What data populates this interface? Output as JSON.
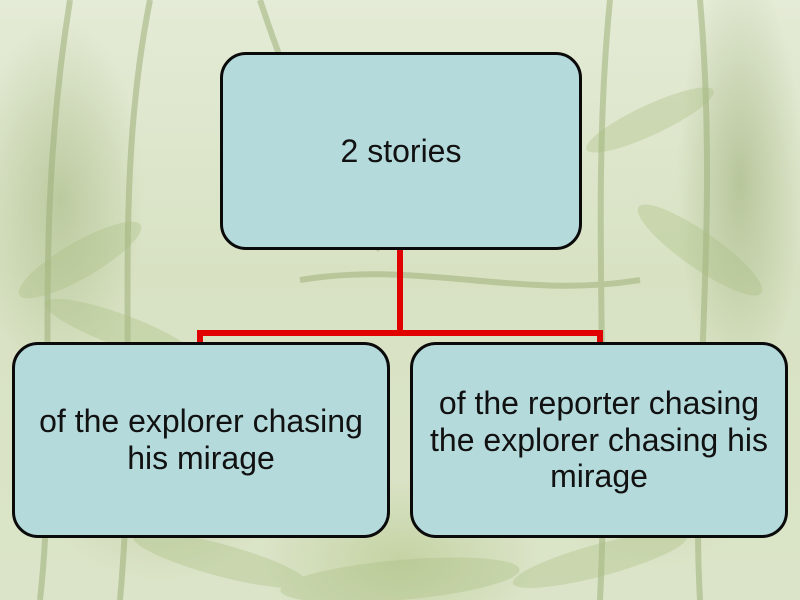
{
  "diagram": {
    "root": {
      "label": "2 stories"
    },
    "children": [
      {
        "label": "of the explorer chasing his mirage"
      },
      {
        "label": "of the reporter chasing the explorer chasing his mirage"
      }
    ],
    "connector_color": "#e00000",
    "node_fill": "#b4dadc",
    "node_border": "#0a0a0a"
  },
  "background": {
    "theme": "faded jungle photo"
  }
}
